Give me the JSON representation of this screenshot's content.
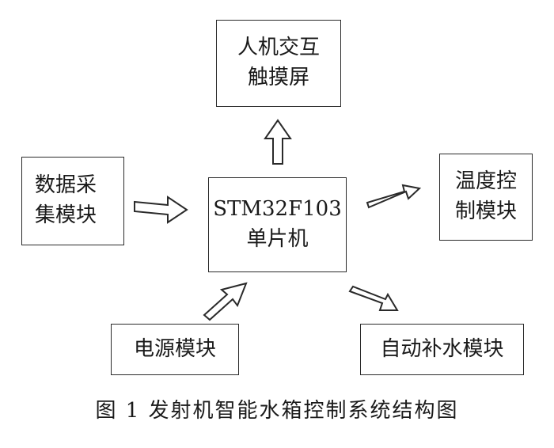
{
  "nodes": {
    "touchscreen": {
      "lines": [
        "人机交互",
        "触摸屏"
      ]
    },
    "data_acquisition": {
      "lines": [
        "数据采",
        "集模块"
      ]
    },
    "mcu": {
      "lines": [
        "STM32F103",
        "单片机"
      ]
    },
    "temperature_control": {
      "lines": [
        "温度控",
        "制模块"
      ]
    },
    "power": {
      "lines": [
        "电源模块"
      ]
    },
    "auto_refill": {
      "lines": [
        "自动补水模块"
      ]
    }
  },
  "edges": [
    {
      "from": "mcu",
      "to": "touchscreen"
    },
    {
      "from": "data_acquisition",
      "to": "mcu"
    },
    {
      "from": "mcu",
      "to": "temperature_control"
    },
    {
      "from": "power",
      "to": "mcu"
    },
    {
      "from": "mcu",
      "to": "auto_refill"
    }
  ],
  "caption": "图 1  发射机智能水箱控制系统结构图",
  "colors": {
    "stroke": "#2a2a2a",
    "text": "#1a1a1a"
  }
}
